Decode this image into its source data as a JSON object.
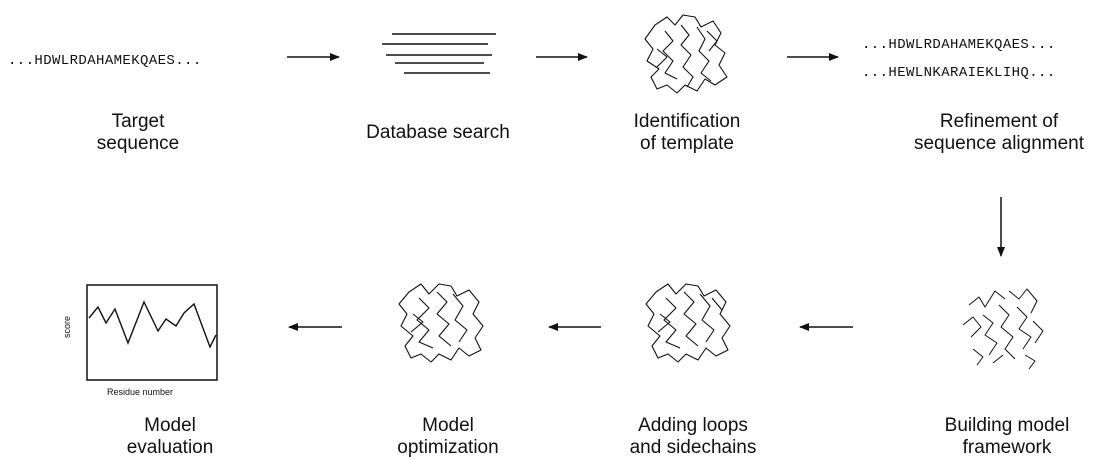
{
  "steps": {
    "target": {
      "sequence": "...HDWLRDAHAMEKQAES...",
      "label_line1": "Target",
      "label_line2": "sequence"
    },
    "database_search": {
      "label_line1": "Database search"
    },
    "identification": {
      "label_line1": "Identification",
      "label_line2": "of template"
    },
    "refinement": {
      "sequence_top": "...HDWLRDAHAMEKQAES...",
      "sequence_bottom": "...HEWLNKARAIEKLIHQ...",
      "label_line1": "Refinement of",
      "label_line2": "sequence alignment"
    },
    "building": {
      "label_line1": "Building model",
      "label_line2": "framework"
    },
    "adding": {
      "label_line1": "Adding loops",
      "label_line2": "and sidechains"
    },
    "optimization": {
      "label_line1": "Model",
      "label_line2": "optimization"
    },
    "evaluation": {
      "label_line1": "Model",
      "label_line2": "evaluation",
      "plot": {
        "ylabel": "score",
        "xlabel": "Residue number"
      }
    }
  },
  "colors": {
    "ink": "#111111",
    "background": "#ffffff"
  }
}
